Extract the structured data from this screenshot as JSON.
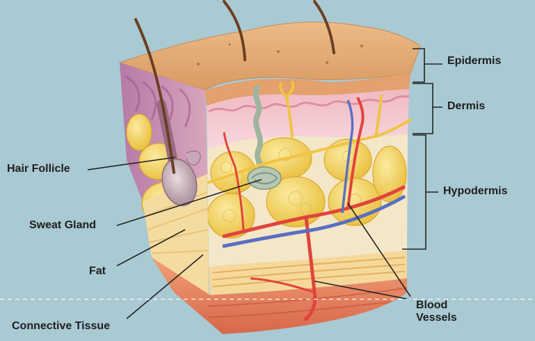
{
  "labels": {
    "epidermis": "Epidermis",
    "dermis": "Dermis",
    "hypodermis": "Hypodermis",
    "hair_follicle": "Hair Follicle",
    "sweat_gland": "Sweat Gland",
    "fat": "Fat",
    "connective_tissue": "Connective Tissue",
    "blood_vessels": "Blood\nVessels"
  },
  "colors": {
    "background": "#a9c9d3",
    "epidermis": "#e7b078",
    "dermis": "#f3c2cd",
    "fat": "#f5d35a",
    "connective_tissue": "#e9855c",
    "artery": "#e0443d",
    "vein": "#5a6fc2",
    "hair": "#6b3f22",
    "sweat_gland": "#a9beaa",
    "nerve": "#f0c443",
    "leader_line": "#222222"
  },
  "icons": {
    "hair_follicle": "hair-follicle-icon",
    "sweat_gland": "sweat-gland-icon",
    "blood_vessels": "blood-vessel-icon",
    "fat_cells": "fat-cell-icon"
  }
}
